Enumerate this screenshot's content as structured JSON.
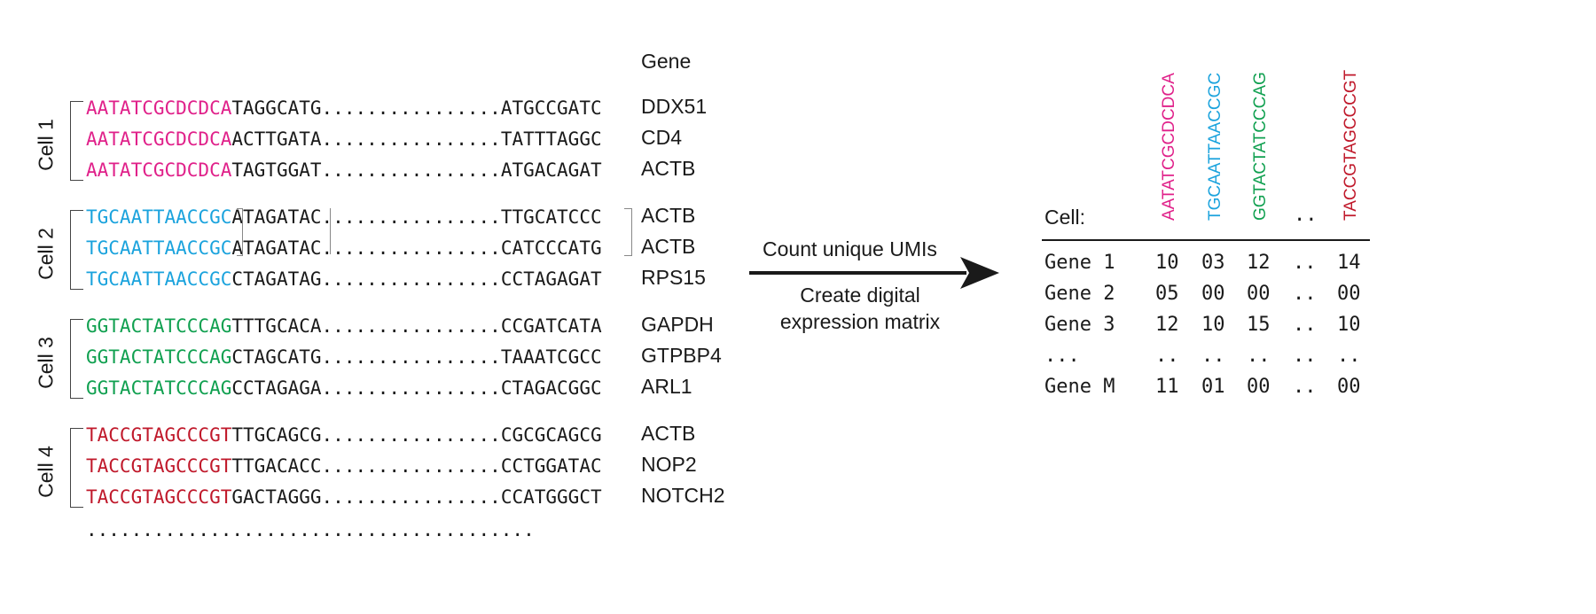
{
  "gene_header": "Gene",
  "colors": {
    "cell1": "#e0218a",
    "cell2": "#1ba3dd",
    "cell3": "#10a050",
    "cell4": "#c0192b"
  },
  "cells": [
    {
      "label": "Cell 1",
      "barcode": "AATATCGCDCDCA",
      "color": "#e0218a",
      "reads": [
        {
          "mid": "TAGGCATG",
          "end": "ATGCCGATC",
          "gene": "DDX51"
        },
        {
          "mid": "ACTTGATA",
          "end": "TATTTAGGC",
          "gene": "CD4"
        },
        {
          "mid": "TAGTGGAT",
          "end": "ATGACAGAT",
          "gene": "ACTB"
        }
      ]
    },
    {
      "label": "Cell 2",
      "barcode": "TGCAATTAACCGC",
      "color": "#1ba3dd",
      "reads": [
        {
          "mid": "ATAGATAC",
          "end": "TTGCATCCC",
          "gene": "ACTB"
        },
        {
          "mid": "ATAGATAC",
          "end": "CATCCCATG",
          "gene": "ACTB"
        },
        {
          "mid": "CTAGATAG",
          "end": "CCTAGAGAT",
          "gene": "RPS15"
        }
      ]
    },
    {
      "label": "Cell 3",
      "barcode": "GGTACTATCCCAG",
      "color": "#10a050",
      "reads": [
        {
          "mid": "TTTGCACA",
          "end": "CCGATCATA",
          "gene": "GAPDH"
        },
        {
          "mid": "CTAGCATG",
          "end": "TAAATCGCC",
          "gene": "GTPBP4"
        },
        {
          "mid": "CCTAGAGA",
          "end": "CTAGACGGC",
          "gene": "ARL1"
        }
      ]
    },
    {
      "label": "Cell 4",
      "barcode": "TACCGTAGCCCGT",
      "color": "#c0192b",
      "reads": [
        {
          "mid": "TTGCAGCG",
          "end": "CGCGCAGCG",
          "gene": "ACTB"
        },
        {
          "mid": "TTGACACC",
          "end": "CCTGGATAC",
          "gene": "NOP2"
        },
        {
          "mid": "GACTAGGG",
          "end": "CCATGGGCT",
          "gene": "NOTCH2"
        }
      ]
    }
  ],
  "read_gap": "................",
  "trailing_dots": "........................................",
  "arrow": {
    "top_label": "Count unique UMIs",
    "bottom_label_1": "Create digital",
    "bottom_label_2": "expression matrix"
  },
  "matrix": {
    "corner_label": "Cell:",
    "columns": [
      {
        "label": "AATATCGCDCDCA",
        "color": "#e0218a"
      },
      {
        "label": "TGCAATTAACCGC",
        "color": "#1ba3dd"
      },
      {
        "label": "GGTACTATCCCAG",
        "color": "#10a050"
      },
      {
        "label": "..",
        "color": "#1a1a1a"
      },
      {
        "label": "TACCGTAGCCCGT",
        "color": "#c0192b"
      }
    ],
    "rows": [
      {
        "name": "Gene 1",
        "values": [
          "10",
          "03",
          "12",
          "..",
          "14"
        ]
      },
      {
        "name": "Gene 2",
        "values": [
          "05",
          "00",
          "00",
          "..",
          "00"
        ]
      },
      {
        "name": "Gene 3",
        "values": [
          "12",
          "10",
          "15",
          "..",
          "10"
        ]
      },
      {
        "name": "...",
        "values": [
          "..",
          "..",
          "..",
          "..",
          ".."
        ]
      },
      {
        "name": "Gene M",
        "values": [
          "11",
          "01",
          "00",
          "..",
          "00"
        ]
      }
    ]
  }
}
